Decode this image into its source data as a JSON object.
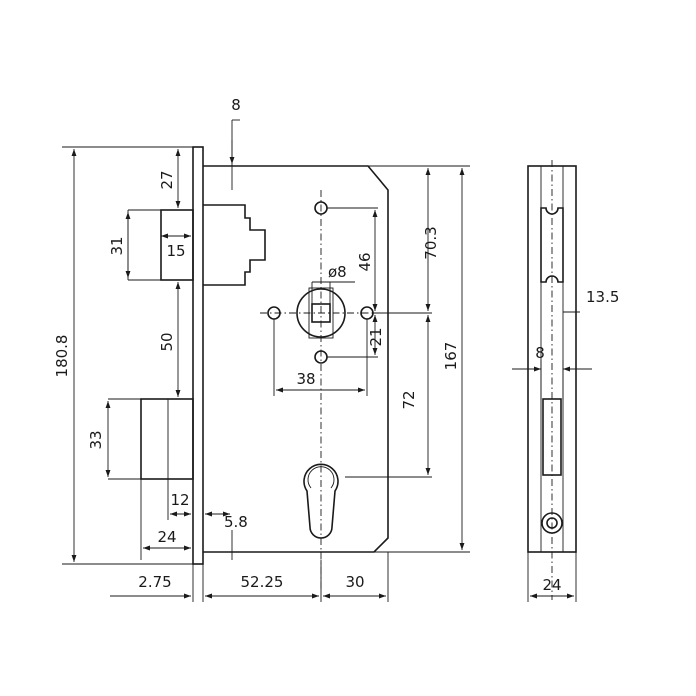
{
  "drawing": {
    "dimensions": {
      "d8_top": "8",
      "d27": "27",
      "d31": "31",
      "d15": "15",
      "d50": "50",
      "d33": "33",
      "d12": "12",
      "d24_left": "24",
      "d58": "5.8",
      "d1808": "180.8",
      "d275": "2.75",
      "d5225": "52.25",
      "d30": "30",
      "d46": "46",
      "d703": "70.3",
      "d8_phi": "ø8",
      "d21": "21",
      "d38": "38",
      "d72": "72",
      "d167": "167",
      "d135": "13.5",
      "d8_right": "8",
      "d24_right": "24"
    }
  }
}
